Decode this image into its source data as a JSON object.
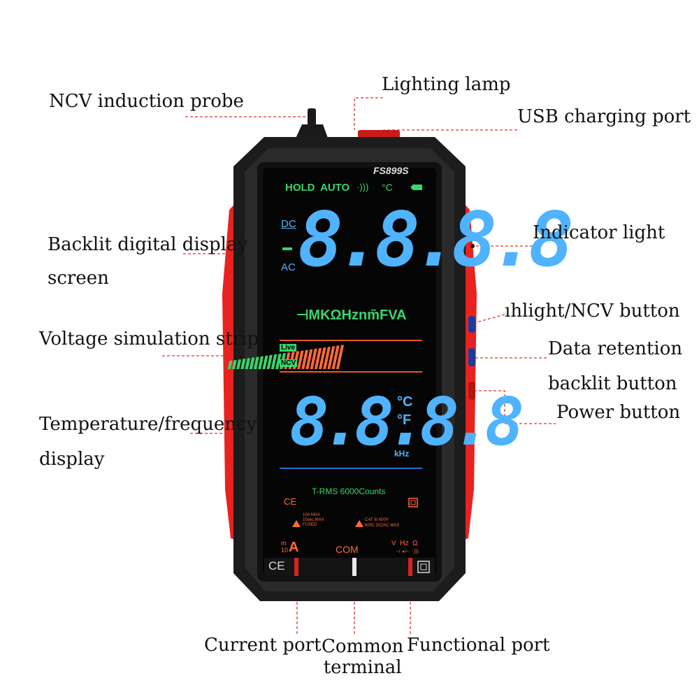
{
  "callouts": {
    "ncv_probe": "NCV induction probe",
    "lighting_lamp": "Lighting lamp",
    "usb_port": "USB charging port",
    "backlit_display_1": "Backlit digital display",
    "backlit_display_2": "screen",
    "indicator_light": "Indicator light",
    "flashlight_ncv": "ıhlight/NCV button",
    "voltage_strip": "Voltage simulation strip",
    "data_retention": "Data retention",
    "backlit_button": "backlit button",
    "temp_freq_1": "Temperature/frequency",
    "temp_freq_2": "display",
    "power_button": "Power button",
    "current_port": "Current port",
    "common_1": "Common",
    "common_2": "terminal",
    "functional_port": "Functional port"
  },
  "device": {
    "model": "FS899S",
    "status_hold": "HOLD",
    "status_auto": "AUTO",
    "status_sound": "·)))",
    "status_celsius": "°C",
    "dc": "DC",
    "ac": "AC",
    "main_digits": "8.8.8.8",
    "units_row": "⊣MKΩHznm̃FVA",
    "live_tag": "Live",
    "ncv_tag": "NCV",
    "sub_digits": "8.8.8.8",
    "sub_unit_c": "°C",
    "sub_unit_f": "°F",
    "sub_unit_khz": "kHz",
    "trms": "T-RMS 6000Counts",
    "ce_mark": "CE",
    "warn_left_1": "10A MAX",
    "warn_left_2": "10sec.MAX",
    "warn_left_3": "FUSED",
    "warn_right_1": "CAT III 600V",
    "warn_right_2": "600C DC/AC MAX",
    "port_ma": "m",
    "port_10": "10",
    "port_a": "A",
    "port_com": "COM",
    "port_vhz": "V  Hz  Ω",
    "port_sym": "⊣  ▸⊢  ·)))",
    "ce_bottom": "CE"
  },
  "colors": {
    "body_red": "#e8231f",
    "body_black": "#1c1c1c",
    "screen": "#050505",
    "lcd_blue": "#4fb3ff",
    "lcd_green": "#39d66b",
    "lcd_orange": "#ff6a3a",
    "leader": "#d9352b"
  }
}
